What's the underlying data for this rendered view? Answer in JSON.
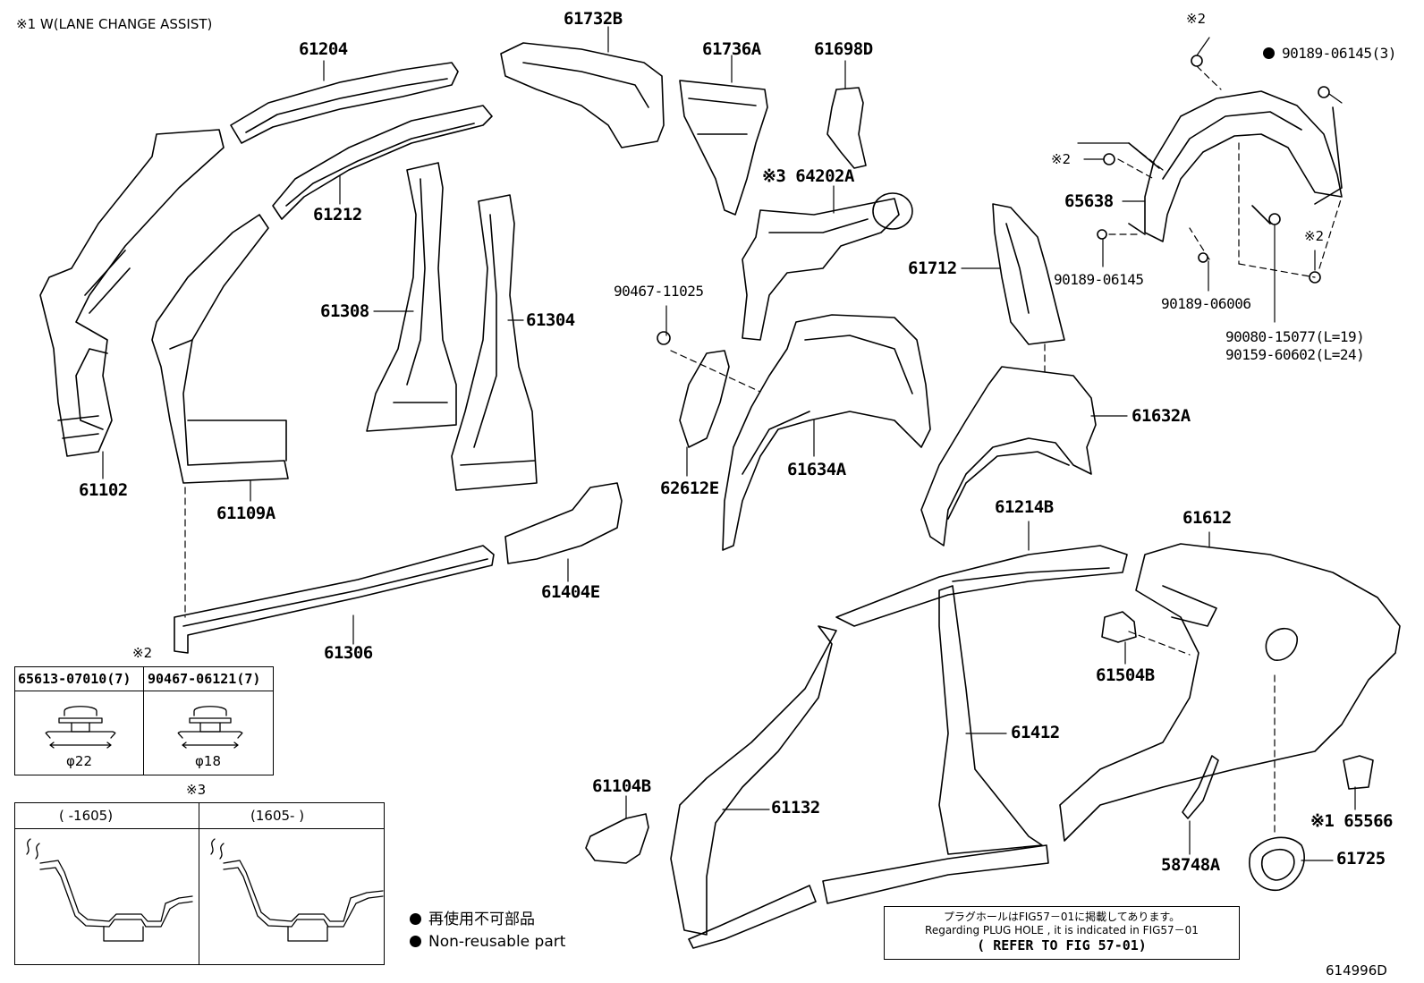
{
  "header_note": "※1 W(LANE CHANGE ASSIST)",
  "figure_id": "614996D",
  "parts": [
    {
      "id": "p61204",
      "text": "61204"
    },
    {
      "id": "p61732B",
      "text": "61732B"
    },
    {
      "id": "p61736A",
      "text": "61736A"
    },
    {
      "id": "p61698D",
      "text": "61698D"
    },
    {
      "id": "p64202A",
      "text": "※3 64202A"
    },
    {
      "id": "p61212",
      "text": "61212"
    },
    {
      "id": "p61308",
      "text": "61308"
    },
    {
      "id": "p61304",
      "text": "61304"
    },
    {
      "id": "p61102",
      "text": "61102"
    },
    {
      "id": "p61109A",
      "text": "61109A"
    },
    {
      "id": "p90467_11025",
      "text": "90467-11025"
    },
    {
      "id": "p62612E",
      "text": "62612E"
    },
    {
      "id": "p61634A",
      "text": "61634A"
    },
    {
      "id": "p61712",
      "text": "61712"
    },
    {
      "id": "p61632A",
      "text": "61632A"
    },
    {
      "id": "p65638",
      "text": "65638"
    },
    {
      "id": "p90189_06145_3",
      "text": "90189-06145(3)"
    },
    {
      "id": "p90189_06145",
      "text": "90189-06145"
    },
    {
      "id": "p90189_06006",
      "text": "90189-06006"
    },
    {
      "id": "p90080_15077",
      "text": "90080-15077(L=19)"
    },
    {
      "id": "p90159_60602",
      "text": "90159-60602(L=24)"
    },
    {
      "id": "p61214B",
      "text": "61214B"
    },
    {
      "id": "p61612",
      "text": "61612"
    },
    {
      "id": "p61404E",
      "text": "61404E"
    },
    {
      "id": "p61306",
      "text": "61306"
    },
    {
      "id": "p61504B",
      "text": "61504B"
    },
    {
      "id": "p61412",
      "text": "61412"
    },
    {
      "id": "p61104B",
      "text": "61104B"
    },
    {
      "id": "p61132",
      "text": "61132"
    },
    {
      "id": "p65566",
      "text": "※1 65566"
    },
    {
      "id": "p58748A",
      "text": "58748A"
    },
    {
      "id": "p61725",
      "text": "61725"
    }
  ],
  "marks": {
    "m2_top": "※2",
    "m2_left": "※2",
    "m2_right": "※2",
    "m2_table": "※2",
    "m3_table": "※3"
  },
  "fastener_table": {
    "col1_part": "65613-07010(7)",
    "col1_dia": "φ22",
    "col2_part": "90467-06121(7)",
    "col2_dia": "φ18"
  },
  "variant_table": {
    "col1_range": "(      -1605)",
    "col2_range": "(1605-      )"
  },
  "legend": {
    "jp": "再使用不可部品",
    "en": "Non-reusable part"
  },
  "reference_note": {
    "line1": "プラグホールはFIG57－01に掲載してあります。",
    "line2": "Regarding PLUG HOLE , it is indicated in FIG57－01",
    "line3": "( REFER TO FIG 57-01)"
  }
}
